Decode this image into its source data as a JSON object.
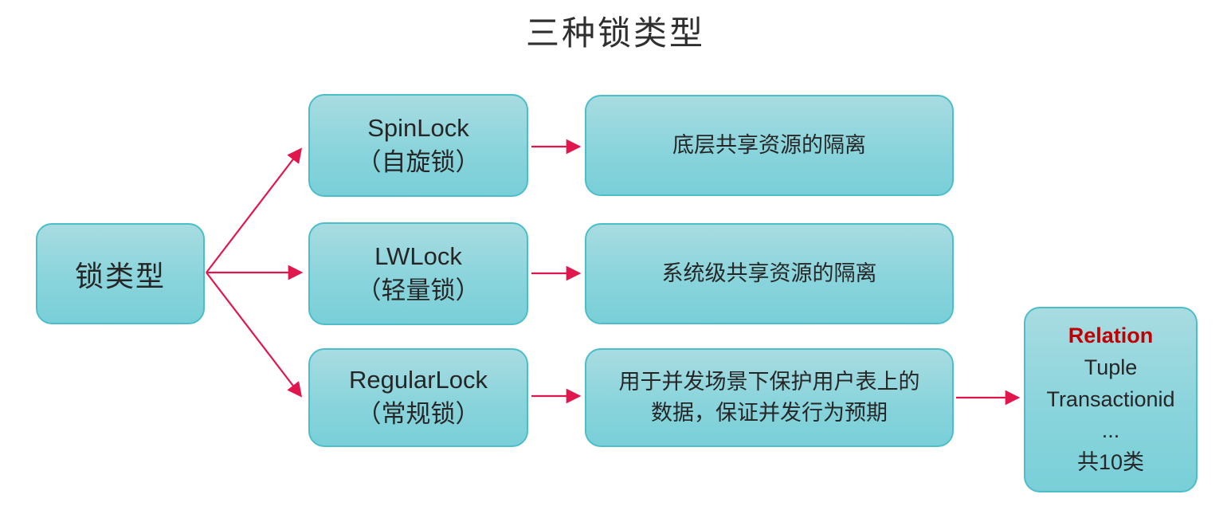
{
  "title": "三种锁类型",
  "colors": {
    "box_fill_top": "#a8dce1",
    "box_fill_bottom": "#79cfd8",
    "box_border": "#4cbeca",
    "arrow": "#e0164d",
    "text": "#262626",
    "relation_highlight": "#c00000"
  },
  "root": {
    "label": "锁类型"
  },
  "rows": [
    {
      "name": "SpinLock",
      "name_cn": "（自旋锁）",
      "desc": "底层共享资源的隔离"
    },
    {
      "name": "LWLock",
      "name_cn": "（轻量锁）",
      "desc": "系统级共享资源的隔离"
    },
    {
      "name": "RegularLock",
      "name_cn": "（常规锁）",
      "desc": "用于并发场景下保护用户表上的数据，保证并发行为预期"
    }
  ],
  "relation": {
    "lines": [
      "Relation",
      "Tuple",
      "Transactionid",
      "...",
      "共10类"
    ]
  }
}
